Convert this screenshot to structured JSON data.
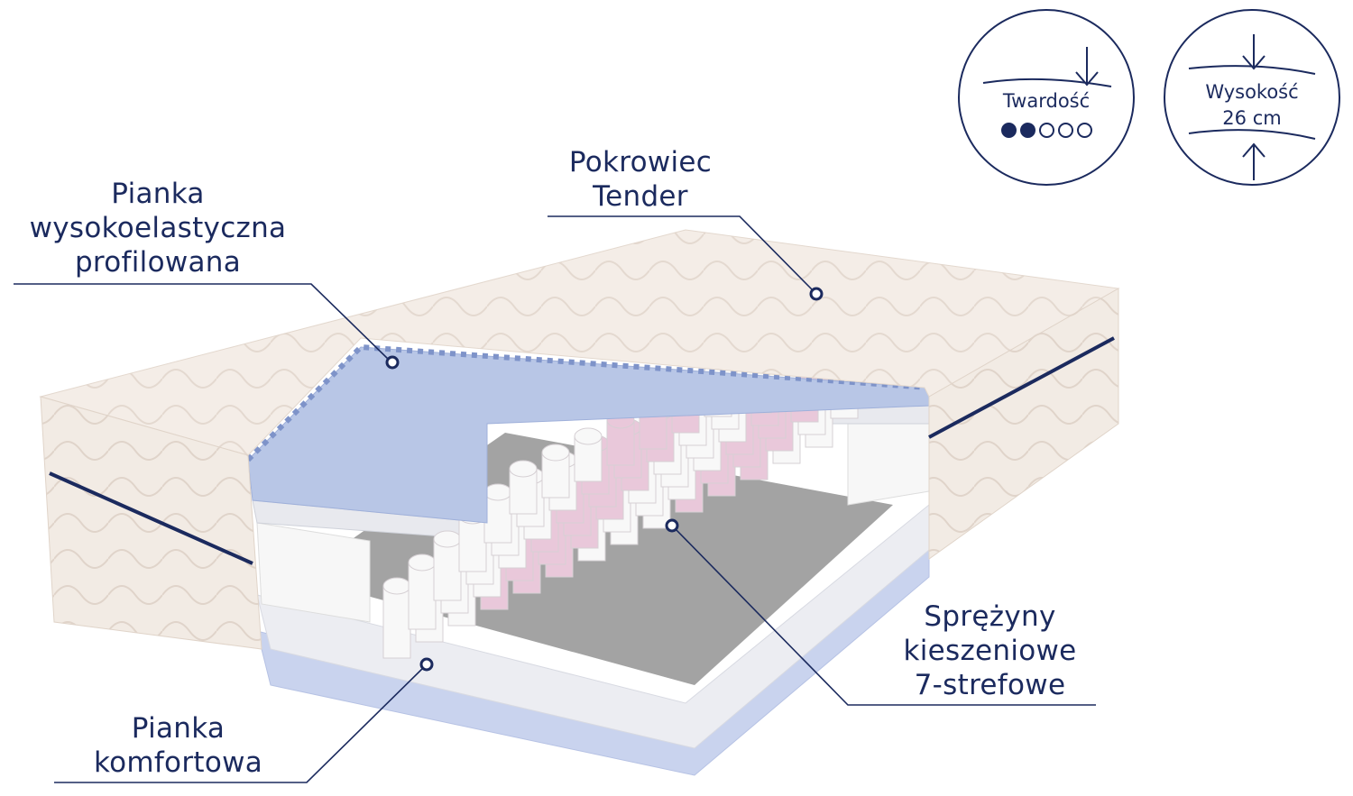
{
  "labels": {
    "top_foam": [
      "Pianka",
      "wysokoelastyczna",
      "profilowana"
    ],
    "cover": [
      "Pokrowiec",
      "Tender"
    ],
    "springs": [
      "Sprężyny",
      "kieszeniowe",
      "7-strefowe"
    ],
    "comfort_foam": [
      "Pianka",
      "komfortowa"
    ]
  },
  "badges": {
    "firmness": {
      "label": "Twardość",
      "level": 2,
      "max": 5
    },
    "height": {
      "label": "Wysokość",
      "value": "26 cm"
    }
  },
  "colors": {
    "navy": "#1b2a5e",
    "cover": "#f3ece6",
    "foam_blue": "#b8c6e6",
    "spring_pink": "#e8c6d8",
    "felt": "#9a9a9a"
  }
}
